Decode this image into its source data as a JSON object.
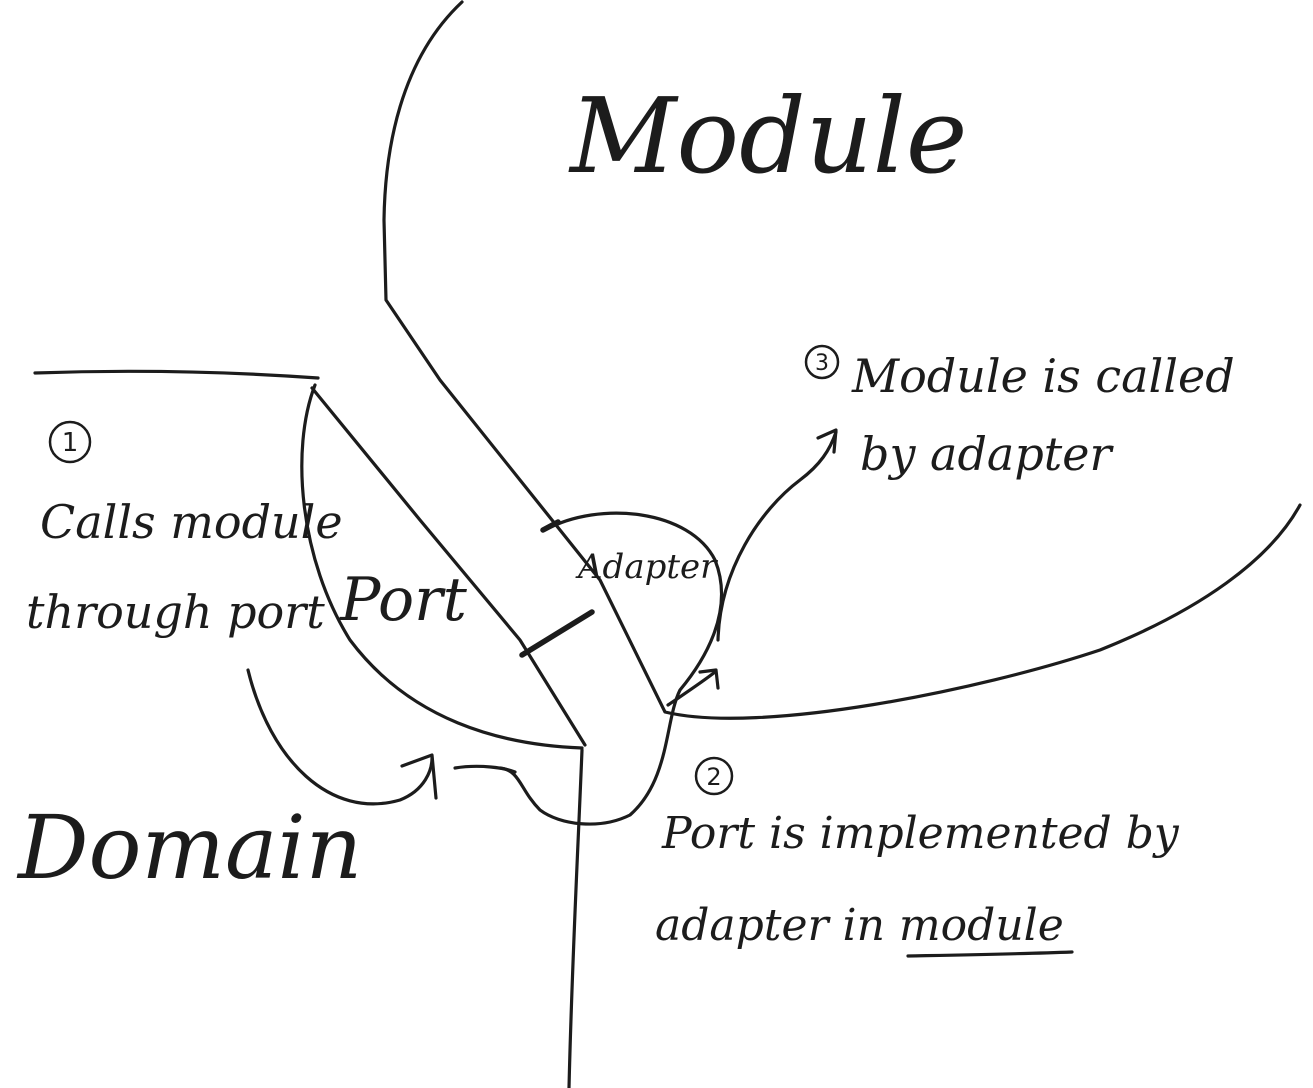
{
  "labels": {
    "module": "Module",
    "domain": "Domain",
    "port": "Port",
    "adapter": "Adapter"
  },
  "annotations": [
    {
      "number": "1",
      "lines": [
        "Calls module",
        "through port"
      ]
    },
    {
      "number": "2",
      "lines": [
        "Port is implemented by",
        "adapter in module"
      ],
      "underlined_word": "module"
    },
    {
      "number": "3",
      "lines": [
        "Module is called",
        "by adapter"
      ]
    }
  ]
}
